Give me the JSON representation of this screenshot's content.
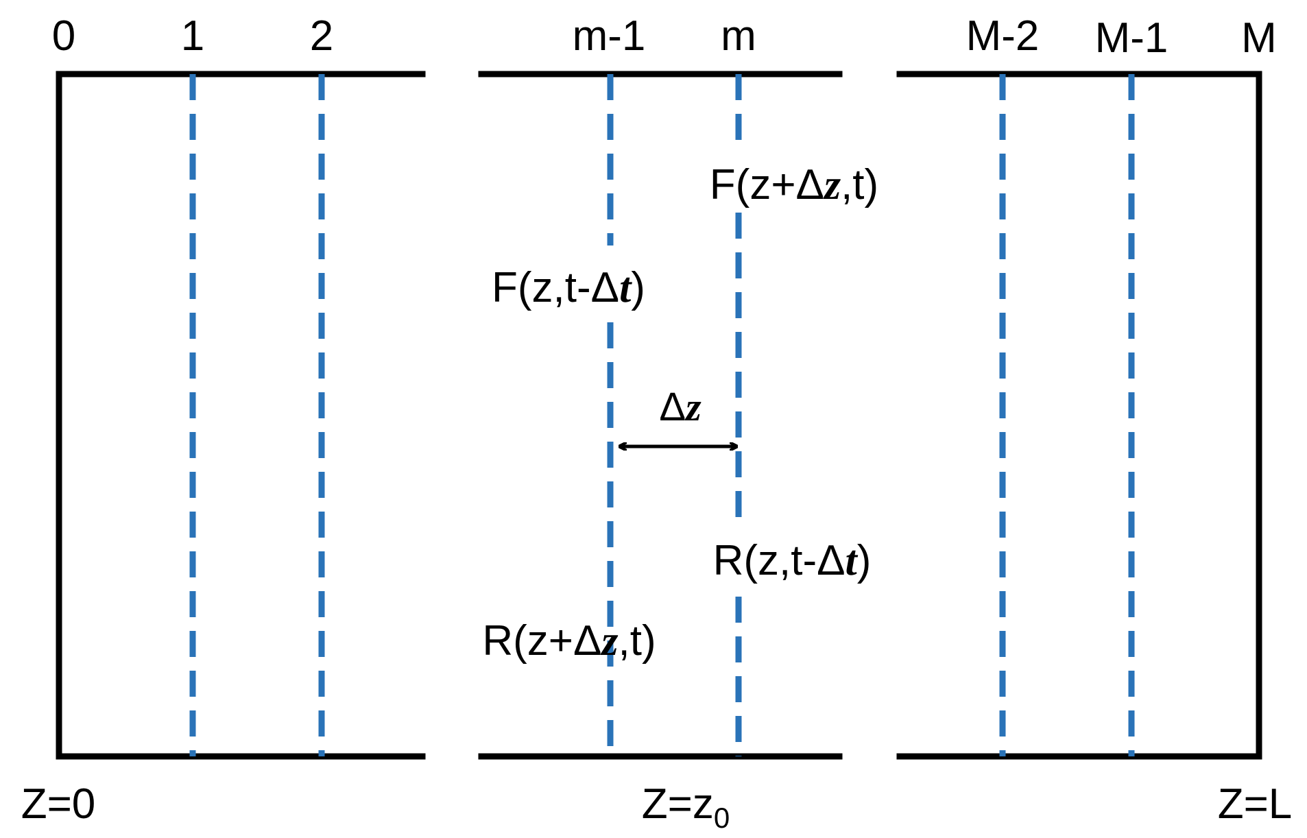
{
  "grid_labels": {
    "n0": "0",
    "n1": "1",
    "n2": "2",
    "nm1": "m-1",
    "nm": "m",
    "nM2": "M-2",
    "nM1": "M-1",
    "nM": "M"
  },
  "position_labels": {
    "left_prefix": "Z=0",
    "middle_prefix": "Z=z",
    "middle_sub": "0",
    "right": "Z=L"
  },
  "equations": {
    "F_forward": {
      "pre": "F(z+Δ",
      "var": "z",
      "post": ",t)"
    },
    "F_prev": {
      "pre": "F(z,t-Δ",
      "var": "t",
      "post": ")"
    },
    "R_prev": {
      "pre": "R(z,t-Δ",
      "var": "t",
      "post": ")"
    },
    "R_forward": {
      "pre": "R(z+Δ",
      "var": "z",
      "post": ",t)"
    }
  },
  "delta_z": {
    "symbol": "Δ",
    "var": "z"
  },
  "colors": {
    "wall": "#000000",
    "grid_line": "#2a73b8",
    "background": "#ffffff"
  }
}
